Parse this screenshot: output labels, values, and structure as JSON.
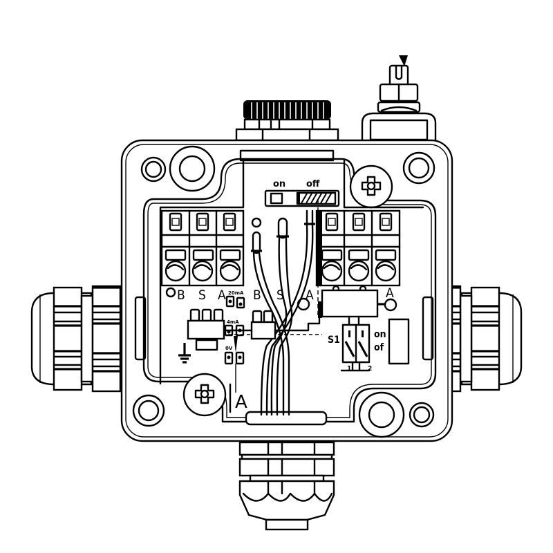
{
  "diagram": {
    "type": "technical-line-drawing",
    "subject": "junction box with cable glands, terminal blocks and switch (top view, lid removed)",
    "colors": {
      "line": "#000000",
      "background": "#ffffff"
    },
    "switch_labels": {
      "on": "on",
      "off": "off"
    },
    "left_terminal_labels": {
      "b": "B",
      "s": "S",
      "a": "A"
    },
    "center_labels": {
      "b": "B",
      "s": "S",
      "a": "A"
    },
    "right_terminal_labels": {
      "a": "A"
    },
    "jumper_labels": {
      "j1": "20mA",
      "j2": "4mA",
      "j3": "0V"
    },
    "dip_switch": {
      "name": "S1",
      "on": "on",
      "off": "of",
      "pin1": "1",
      "pin2": "2"
    },
    "section_marker": "A",
    "components": [
      "top-cable-gland-knurled",
      "top-right-vent-screw",
      "left-cable-gland",
      "right-cable-gland",
      "bottom-cable-gland",
      "left-terminal-block-3pos",
      "right-terminal-block-3pos",
      "slide-switch-on-off",
      "dip-switch-s1",
      "pcb-ground-symbol",
      "mounting-screw-top-right",
      "mounting-screw-bottom-left",
      "corner-mounting-holes"
    ]
  }
}
